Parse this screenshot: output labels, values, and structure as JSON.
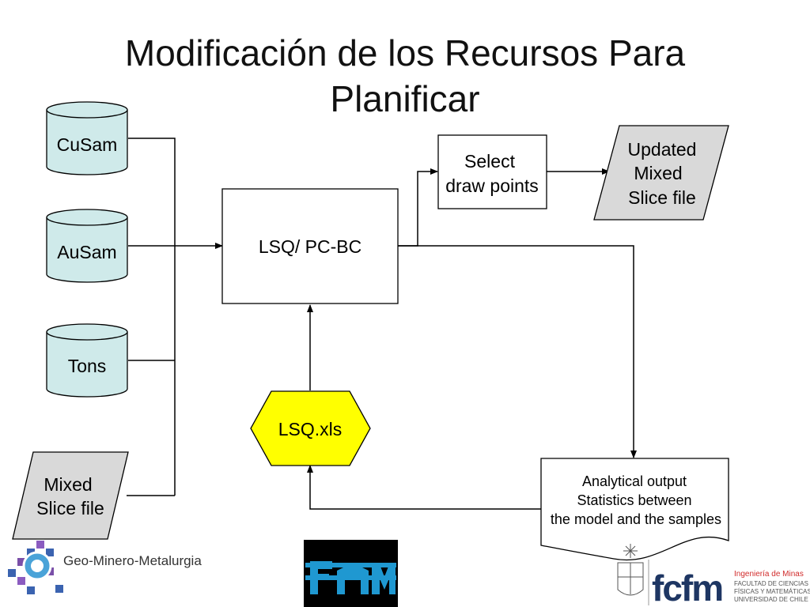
{
  "title_line1": "Modificación de los Recursos Para",
  "title_line2": "Planificar",
  "inputs": {
    "cusam": "CuSam",
    "ausam": "AuSam",
    "tons": "Tons",
    "mixed_line1": "Mixed",
    "mixed_line2": "Slice file"
  },
  "process": {
    "lsq_pcbc": "LSQ/ PC-BC",
    "select_line1": "Select",
    "select_line2": "draw points",
    "lsq_xls": "LSQ.xls"
  },
  "outputs": {
    "updated_line1": "Updated",
    "updated_line2": "Mixed",
    "updated_line3": "Slice file",
    "analytical_line1": "Analytical output",
    "analytical_line2": "Statistics between",
    "analytical_line3": "the model and the samples"
  },
  "colors": {
    "database_fill": "#cfeaea",
    "slice_file_fill": "#d9d9d9",
    "lsq_xls_fill": "#ffff00",
    "fcfm_blue": "#1f98d1",
    "fcfm_red": "#d12b2b",
    "dark_navy": "#1e3663"
  },
  "logos": {
    "geo": "Geo-Minero-Metalurgia",
    "fcfm": "fcfm",
    "minas_line1": "Ingeniería de Minas",
    "minas_line2": "FACULTAD DE CIENCIAS",
    "minas_line3": "FÍSICAS Y MATEMÁTICAS",
    "minas_line4": "UNIVERSIDAD DE CHILE"
  }
}
